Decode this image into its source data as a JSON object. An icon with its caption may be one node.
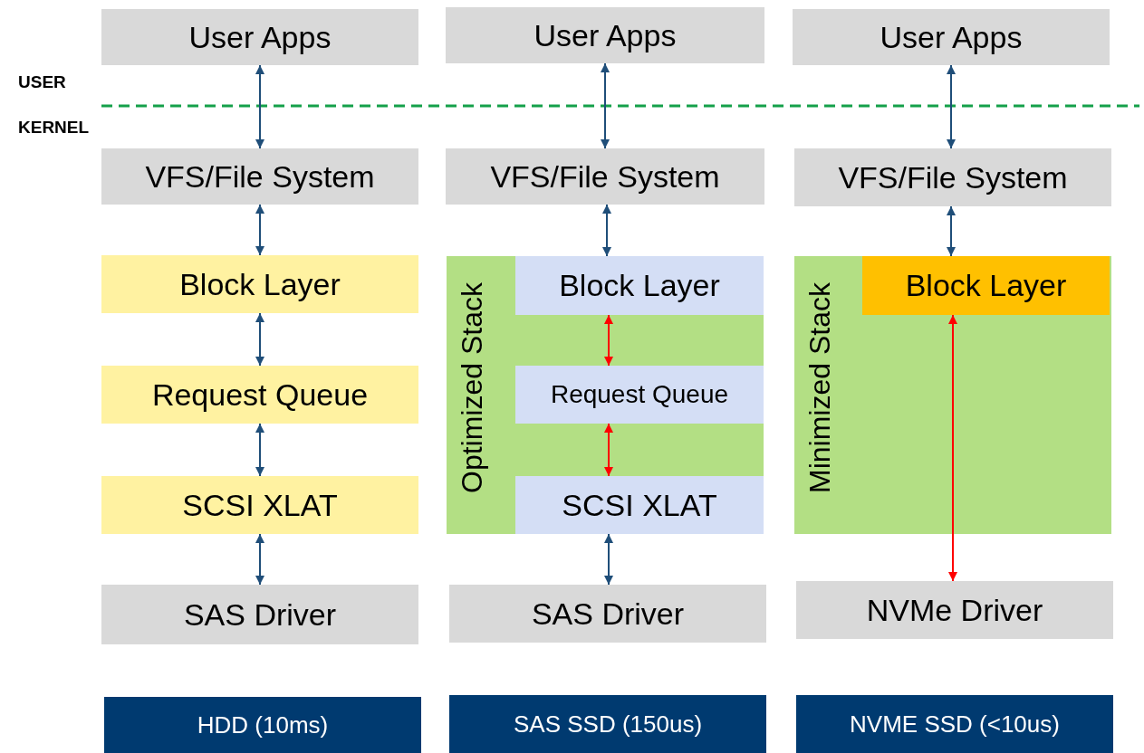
{
  "diagram": {
    "nodes": [
      {
        "text": [
          "User Apps"
        ]
      },
      {
        "text": [
          "VFS/File System"
        ]
      },
      {
        "text": [
          "Block Layer"
        ]
      },
      {
        "text": [
          "Request Queue"
        ]
      },
      {
        "text": [
          "SCSI XLAT"
        ]
      },
      {
        "text": [
          "SAS Driver"
        ]
      },
      {
        "text": [
          "HDD (10ms)"
        ]
      },
      {
        "text": [
          "User Apps"
        ]
      },
      {
        "text": [
          "VFS/File System"
        ]
      },
      {
        "text": [
          "Optimized Stack"
        ]
      },
      {
        "text": [
          "Block Layer"
        ],
        "in": 9
      },
      {
        "text": [
          "Request Queue"
        ],
        "in": 9
      },
      {
        "text": [
          "SCSI XLAT"
        ],
        "in": 9
      },
      {
        "text": [
          "SAS Driver"
        ]
      },
      {
        "text": [
          "SAS SSD (150us)"
        ]
      },
      {
        "text": [
          "User Apps"
        ]
      },
      {
        "text": [
          "VFS/File System"
        ]
      },
      {
        "text": [
          "Minimized Stack"
        ]
      },
      {
        "text": [
          "Block Layer"
        ],
        "in": 17
      },
      {
        "text": [
          "NVMe Driver"
        ]
      },
      {
        "text": [
          "NVME SSD (<10us)"
        ]
      }
    ],
    "edges": [
      {
        "from": 0,
        "to": 1,
        "arrow": "both"
      },
      {
        "from": 1,
        "to": 2,
        "arrow": "both"
      },
      {
        "from": 2,
        "to": 3,
        "arrow": "both"
      },
      {
        "from": 3,
        "to": 4,
        "arrow": "both"
      },
      {
        "from": 4,
        "to": 5,
        "arrow": "both"
      },
      {
        "from": 7,
        "to": 8,
        "arrow": "both"
      },
      {
        "from": 8,
        "to": 10,
        "arrow": "both"
      },
      {
        "from": 10,
        "to": 11,
        "arrow": "both",
        "color": "#ff0000"
      },
      {
        "from": 11,
        "to": 12,
        "arrow": "both",
        "color": "#ff0000"
      },
      {
        "from": 12,
        "to": 13,
        "arrow": "both"
      },
      {
        "from": 15,
        "to": 16,
        "arrow": "both"
      },
      {
        "from": 16,
        "to": 18,
        "arrow": "both"
      },
      {
        "from": 18,
        "to": 19,
        "arrow": "both",
        "color": "#ff0000"
      }
    ],
    "labels": [
      "USER",
      "KERNEL"
    ]
  }
}
